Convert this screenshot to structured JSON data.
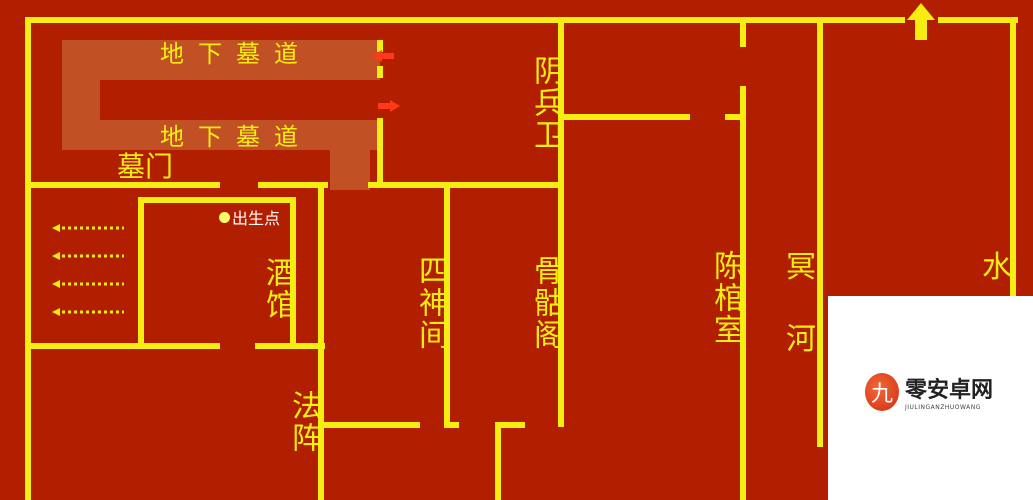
{
  "map": {
    "rooms": {
      "tomb_passage_top": "地下墓道",
      "tomb_passage_bottom": "地下墓道",
      "tomb_gate": "墓门",
      "yin_soldier": "阴兵卫",
      "tavern": "酒馆",
      "four_gods": "四神间",
      "skull_pavilion": "骨骷阁",
      "coffin_room": "陈棺室",
      "nether_river": "冥河",
      "water": "水",
      "array": "法阵"
    },
    "spawn_point": "出生点",
    "exit_arrow_icon": "up-arrow-icon"
  },
  "watermark": {
    "icon_glyph": "九",
    "text": "零安卓网",
    "subtext": "JIULINGANZHUOWANG"
  },
  "colors": {
    "background": "#b21f00",
    "wall": "#f5ee10",
    "corridor": "#c35a2c",
    "arrow": "#ff3a1a"
  }
}
